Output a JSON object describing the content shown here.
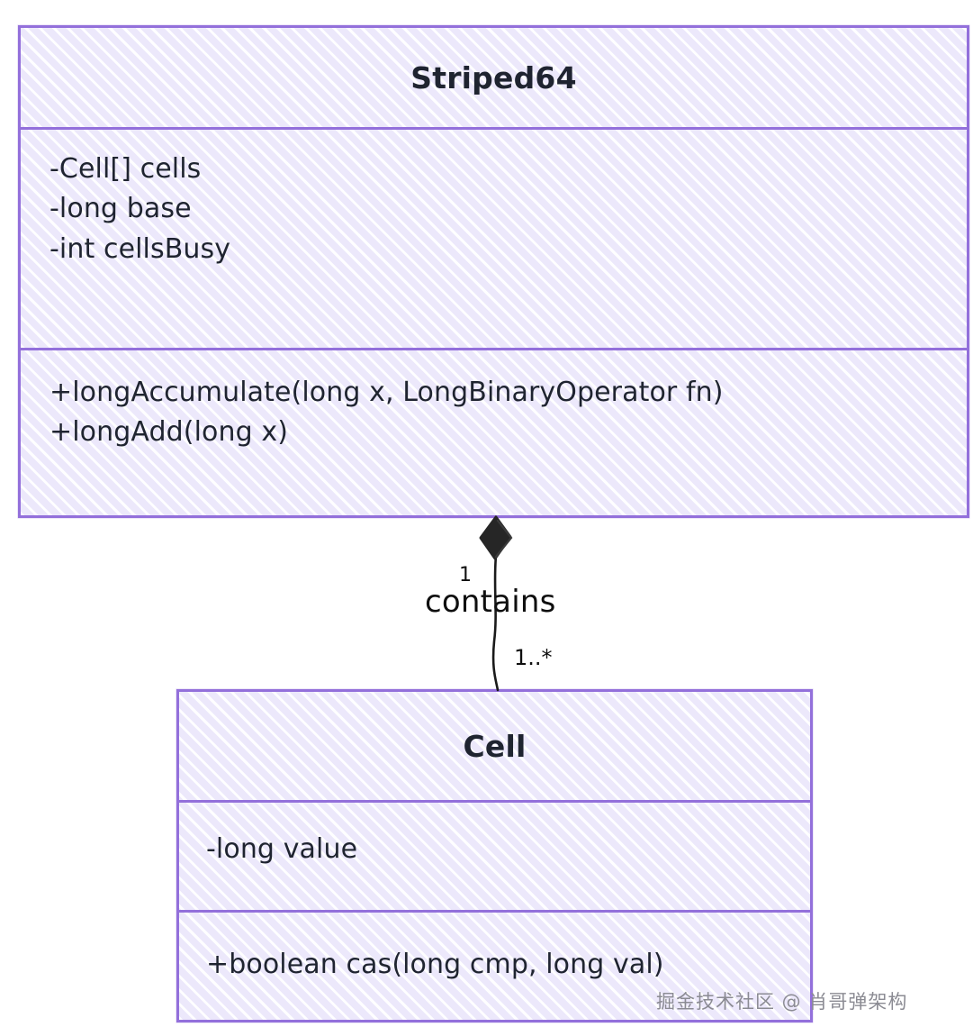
{
  "diagram": {
    "type": "uml-class-diagram",
    "background_color": "#ffffff",
    "box_border_color": "#9370db",
    "box_fill_color": "#ece8fb",
    "text_color": "#1f2430",
    "classes": [
      {
        "id": "striped64",
        "name": "Striped64",
        "attributes": [
          "-Cell[] cells",
          "-long base",
          "-int cellsBusy"
        ],
        "methods": [
          "+longAccumulate(long x, LongBinaryOperator fn)",
          "+longAdd(long x)"
        ]
      },
      {
        "id": "cell",
        "name": "Cell",
        "attributes": [
          "-long value"
        ],
        "methods": [
          "+boolean cas(long cmp, long val)"
        ]
      }
    ],
    "relationship": {
      "kind": "composition",
      "label": "contains",
      "from": "Striped64",
      "to": "Cell",
      "multiplicity_from": "1",
      "multiplicity_to": "1..*",
      "marker": "filled-diamond",
      "marker_color": "#222222"
    }
  },
  "watermark": {
    "text": "掘金技术社区 @ 肖哥弹架构",
    "color": "#8b8b93"
  }
}
